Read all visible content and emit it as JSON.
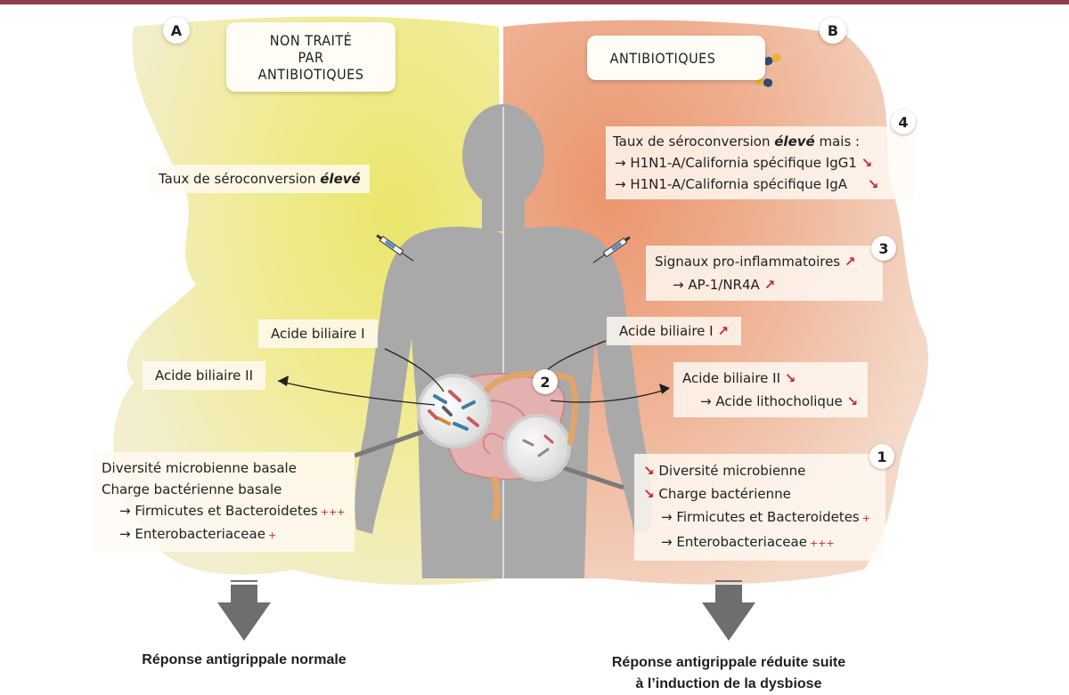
{
  "panels": {
    "a": {
      "letter": "A",
      "header": [
        "NON TRAITÉ",
        "PAR",
        "ANTIBIOTIQUES"
      ],
      "seroconversion": {
        "text": "Taux de séroconversion ",
        "emph": "élevé"
      },
      "bile_acid_1": "Acide biliaire I",
      "bile_acid_2": "Acide biliaire II",
      "microbiome": {
        "lines": [
          "Diversité microbienne basale",
          "Charge bactérienne basale"
        ],
        "sub": [
          {
            "text": "→ Firmicutes et Bacteroidetes",
            "mark": "+++"
          },
          {
            "text": "→ Enterobacteriaceae",
            "mark": "+"
          }
        ]
      },
      "outcome": "Réponse antigrippale normale"
    },
    "b": {
      "letter": "B",
      "header": "ANTIBIOTIQUES",
      "step4": {
        "number": "4",
        "title": {
          "text": "Taux de séroconversion ",
          "emph": "élevé",
          "suffix": " mais :"
        },
        "items": [
          "→ H1N1-A/California spécifique IgG1",
          "→ H1N1-A/California spécifique IgA"
        ]
      },
      "step3": {
        "number": "3",
        "lines": [
          "Signaux pro-inflammatoires",
          "→ AP-1/NR4A"
        ]
      },
      "step2": {
        "number": "2",
        "bile_acid_1": "Acide biliaire I",
        "bile_acid_2": "Acide biliaire II",
        "lithocholic": "→ Acide lithocholique"
      },
      "step1": {
        "number": "1",
        "lines": [
          "Diversité microbienne",
          "Charge bactérienne"
        ],
        "sub": [
          {
            "text": "→ Firmicutes et Bacteroidetes",
            "mark": "+"
          },
          {
            "text": "→ Enterobacteriaceae",
            "mark": "+++"
          }
        ]
      },
      "outcome": [
        "Réponse antigrippale réduite suite",
        "à l’induction de la dysbiose"
      ]
    }
  },
  "icons": {
    "increase": "↗",
    "decrease": "↘",
    "syringe": "syringe-icon",
    "capsules": "capsules-icon"
  },
  "colors": {
    "left_background": "#efe98a",
    "right_background": "#eba27f",
    "body": "#a9a9aa",
    "arrow": "#6e6e6e",
    "accent": "#c7252b",
    "top_bar": "#8e3d4c"
  }
}
